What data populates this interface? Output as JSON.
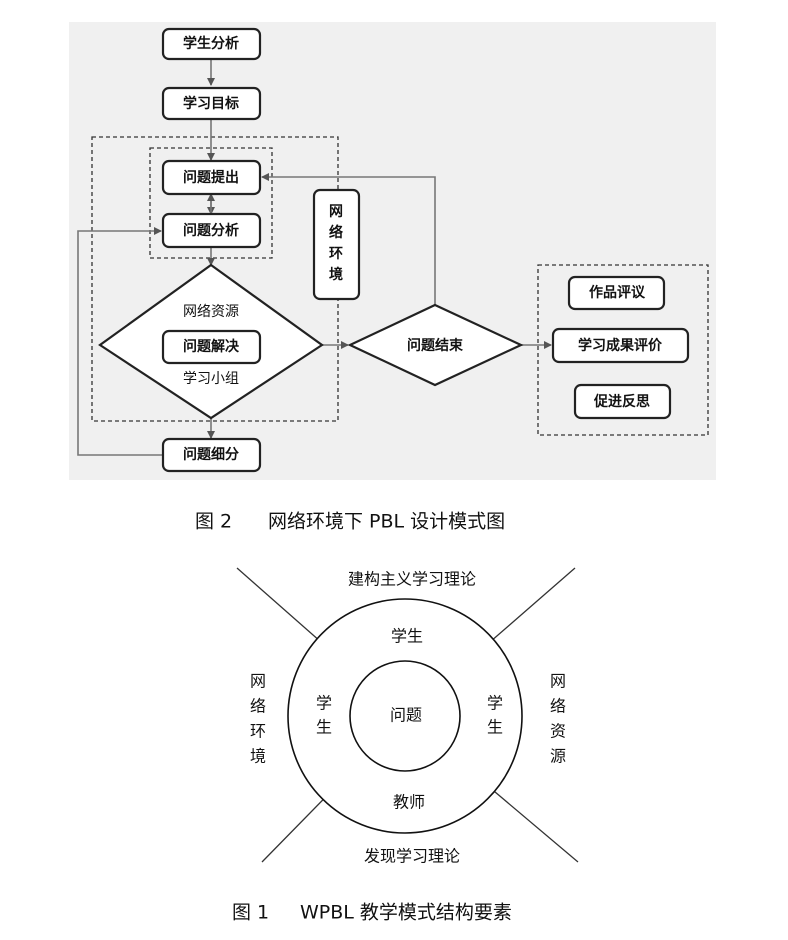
{
  "figure2": {
    "nodes": {
      "student_analysis": "学生分析",
      "learning_goals": "学习目标",
      "problem_raise": "问题提出",
      "problem_analysis": "问题分析",
      "problem_solve": "问题解决",
      "problem_subdivide": "问题细分",
      "problem_end": "问题结束",
      "network_env_vertical": "网络环境",
      "network_resources": "网络资源",
      "study_group": "学习小组",
      "work_review": "作品评议",
      "outcome_evaluation": "学习成果评价",
      "promote_reflection": "促进反思"
    },
    "caption_num": "图 2",
    "caption_text": "网络环境下 PBL 设计模式图"
  },
  "figure1": {
    "top_label": "建构主义学习理论",
    "bottom_label": "发现学习理论",
    "left_label": "网络环境",
    "right_label": "网络资源",
    "inner": "问题",
    "ring_top": "学生",
    "ring_left": "学生",
    "ring_right": "学生",
    "ring_bottom": "教师",
    "caption_num": "图 1",
    "caption_text": "WPBL 教学模式结构要素"
  }
}
